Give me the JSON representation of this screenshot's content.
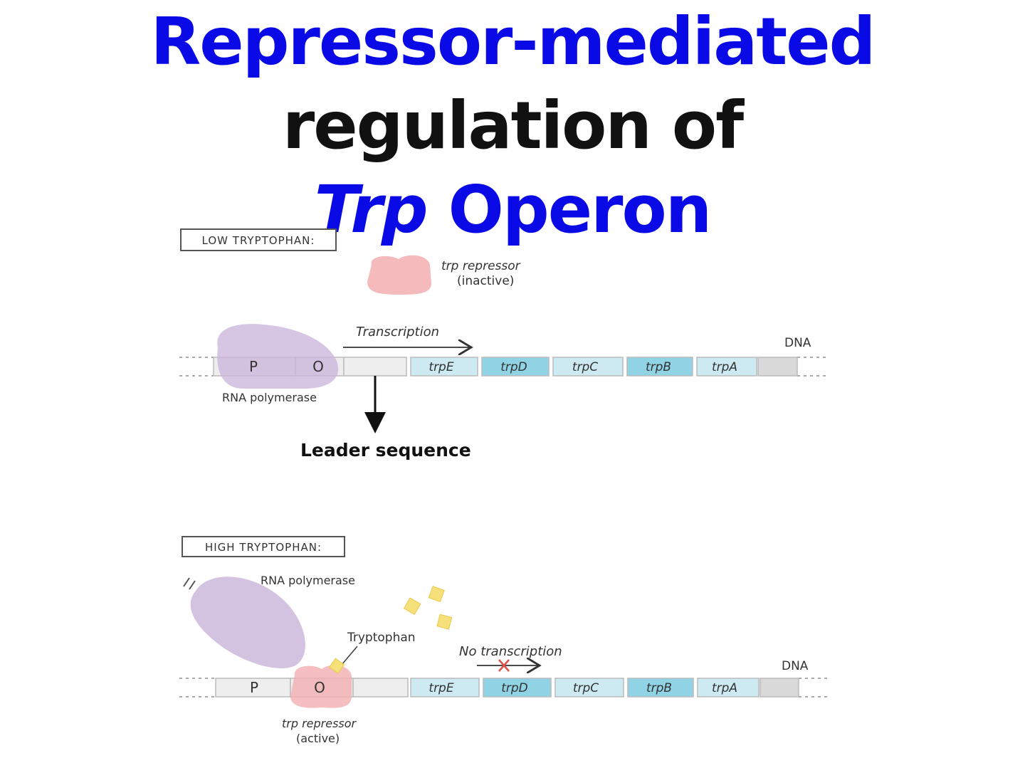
{
  "title": {
    "line1_blue": "Repressor-mediated",
    "line1_black": " regulation of",
    "line2_italic": "Trp",
    "line2_rest": " Operon"
  },
  "colors": {
    "title_blue": "#0a0ae6",
    "polymerase": "#c9b3d9",
    "repressor": "#f2aeb0",
    "tryptophan": "#f6e07a",
    "gene_light": "#cdeaf2",
    "gene_dark": "#8fd3e4",
    "no_transcription_x": "#e0504a"
  },
  "low": {
    "panel_label": "LOW TRYPTOPHAN:",
    "repressor_label_1": "trp repressor",
    "repressor_label_2": "(inactive)",
    "transcription": "Transcription",
    "dna": "DNA",
    "promoter": "P",
    "operator": "O",
    "polymerase": "RNA polymerase",
    "leader": "Leader sequence",
    "genes": [
      "trpE",
      "trpD",
      "trpC",
      "trpB",
      "trpA"
    ]
  },
  "high": {
    "panel_label": "HIGH TRYPTOPHAN:",
    "polymerase": "RNA polymerase",
    "tryptophan": "Tryptophan",
    "no_transcription": "No transcription",
    "dna": "DNA",
    "promoter": "P",
    "operator": "O",
    "repressor_label_1": "trp repressor",
    "repressor_label_2": "(active)",
    "genes": [
      "trpE",
      "trpD",
      "trpC",
      "trpB",
      "trpA"
    ]
  }
}
